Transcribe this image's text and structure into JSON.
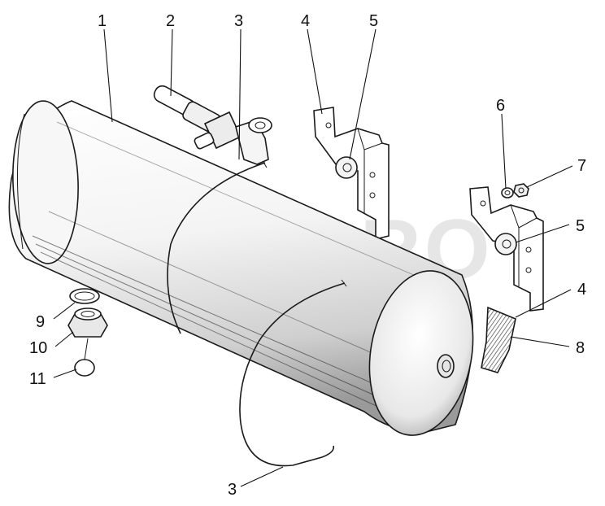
{
  "watermark": {
    "text": "MTZ-PRO",
    "color": "#e6e6e6"
  },
  "callouts": [
    {
      "id": "c1",
      "label": "1"
    },
    {
      "id": "c2",
      "label": "2"
    },
    {
      "id": "c3a",
      "label": "3"
    },
    {
      "id": "c4a",
      "label": "4"
    },
    {
      "id": "c5a",
      "label": "5"
    },
    {
      "id": "c6",
      "label": "6"
    },
    {
      "id": "c7",
      "label": "7"
    },
    {
      "id": "c5b",
      "label": "5"
    },
    {
      "id": "c4b",
      "label": "4"
    },
    {
      "id": "c8",
      "label": "8"
    },
    {
      "id": "c9",
      "label": "9"
    },
    {
      "id": "c10",
      "label": "10"
    },
    {
      "id": "c11",
      "label": "11"
    },
    {
      "id": "c3b",
      "label": "3"
    }
  ],
  "colors": {
    "ink": "#1a1a1a",
    "metal_light": "#ffffff",
    "metal_dark": "#bdbdbd"
  }
}
